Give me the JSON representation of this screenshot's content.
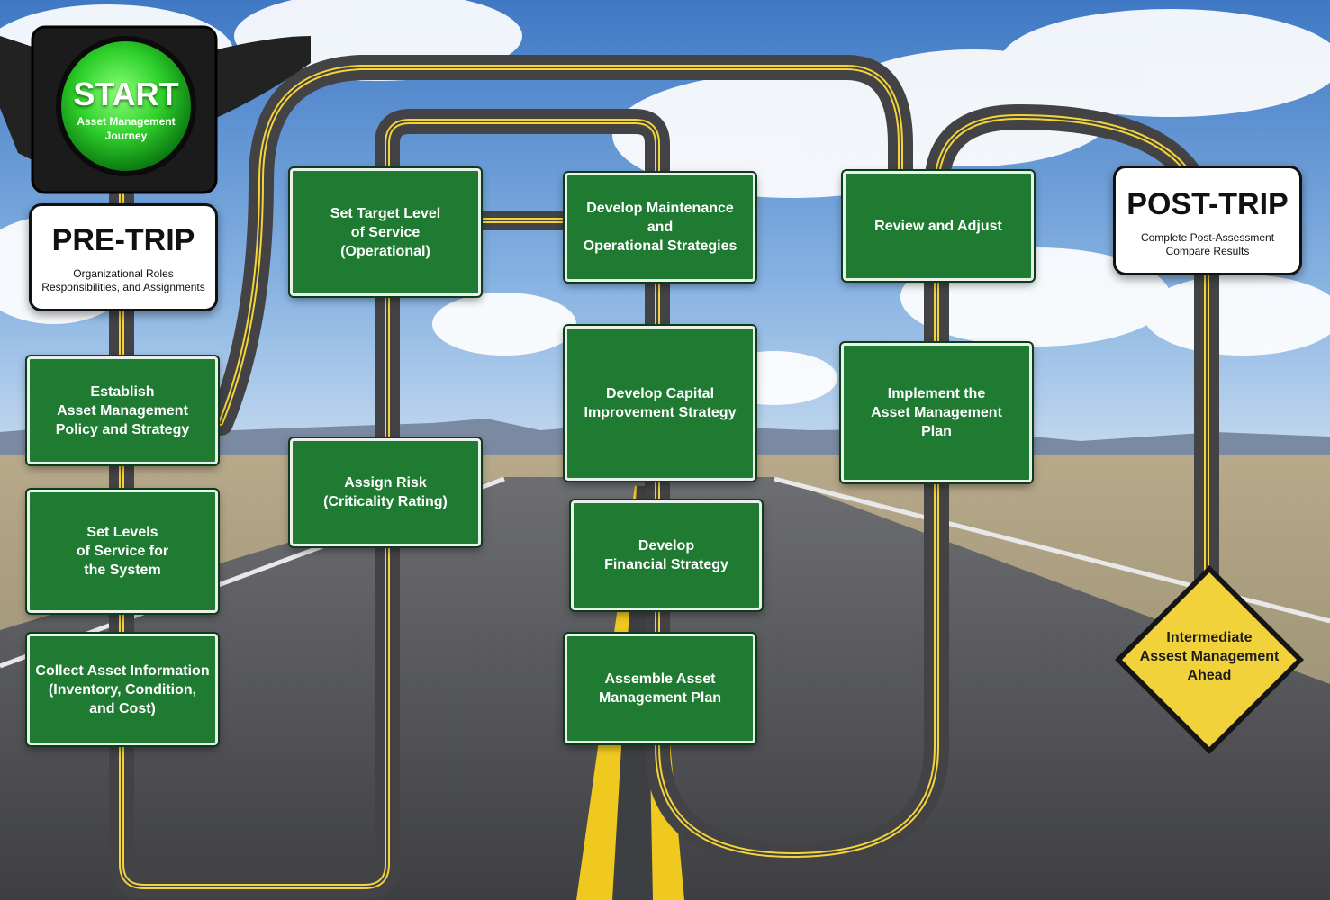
{
  "start": {
    "title": "START",
    "subtitle": "Asset Management\nJourney"
  },
  "pre_trip": {
    "title": "PRE-TRIP",
    "subtitle": "Organizational Roles\nResponsibilities, and Assignments"
  },
  "post_trip": {
    "title": "POST-TRIP",
    "subtitle": "Complete Post-Assessment\nCompare Results"
  },
  "steps": [
    {
      "id": "establish-policy",
      "label": "Establish\nAsset Management\nPolicy and Strategy"
    },
    {
      "id": "set-levels-of-service",
      "label": "Set Levels\nof Service for\nthe System"
    },
    {
      "id": "collect-asset-info",
      "label": "Collect Asset Information\n(Inventory, Condition,\nand Cost)"
    },
    {
      "id": "set-target-los",
      "label": "Set Target Level\nof Service\n(Operational)"
    },
    {
      "id": "assign-risk",
      "label": "Assign Risk\n(Criticality Rating)"
    },
    {
      "id": "maintenance-strategies",
      "label": "Develop Maintenance\nand\nOperational Strategies"
    },
    {
      "id": "capital-improvement",
      "label": "Develop Capital\nImprovement Strategy"
    },
    {
      "id": "financial-strategy",
      "label": "Develop\nFinancial Strategy"
    },
    {
      "id": "assemble-plan",
      "label": "Assemble Asset\nManagement Plan"
    },
    {
      "id": "review-adjust",
      "label": "Review and Adjust"
    },
    {
      "id": "implement-plan",
      "label": "Implement the\nAsset Management\nPlan"
    }
  ],
  "warning_sign": {
    "label": "Intermediate\nAssest Management\nAhead"
  },
  "colors": {
    "sign_green": "#1f7a32",
    "warning_yellow": "#f2d23b",
    "road_asphalt": "#4d4d4f",
    "center_line": "#f3d43a",
    "sky": "#5b8fd0"
  }
}
